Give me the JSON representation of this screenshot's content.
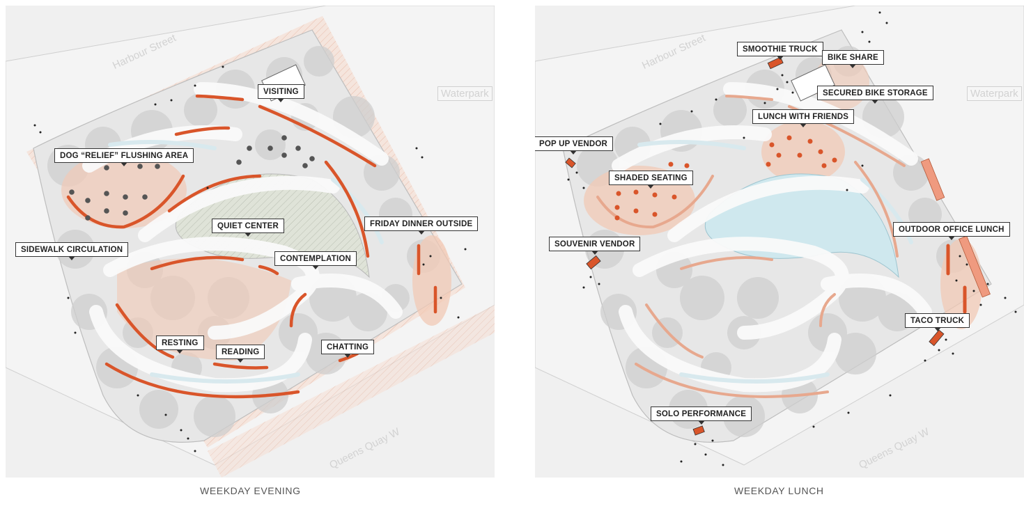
{
  "left_panel": {
    "caption": "WEEKDAY EVENING",
    "street_names": {
      "north": "Harbour Street",
      "east": "Waterpark",
      "south": "Queens Quay W"
    },
    "labels": {
      "visiting": "VISITING",
      "dog_relief": "DOG “RELIEF” FLUSHING AREA",
      "quiet_center": "QUIET CENTER",
      "friday_dinner": "FRIDAY DINNER OUTSIDE",
      "sidewalk": "SIDEWALK CIRCULATION",
      "contemplation": "CONTEMPLATION",
      "resting": "RESTING",
      "reading": "READING",
      "chatting": "CHATTING"
    }
  },
  "right_panel": {
    "caption": "WEEKDAY LUNCH",
    "street_names": {
      "north": "Harbour Street",
      "east": "Waterpark",
      "south": "Queens Quay W"
    },
    "labels": {
      "smoothie": "SMOOTHIE TRUCK",
      "bike_share": "BIKE SHARE",
      "secured_bike": "SECURED BIKE STORAGE",
      "lunch_friends": "LUNCH WITH FRIENDS",
      "pop_up": "POP UP VENDOR",
      "shaded": "SHADED SEATING",
      "souvenir": "SOUVENIR VENDOR",
      "office_lunch": "OUTDOOR OFFICE LUNCH",
      "taco": "TACO TRUCK",
      "solo": "SOLO PERFORMANCE"
    }
  },
  "colors": {
    "bench": "#d9552a",
    "activity_zone": "#f1c9b6",
    "water": "#cfe8ee",
    "path": "#f7f7f7",
    "tree": "#c9c9c9"
  }
}
